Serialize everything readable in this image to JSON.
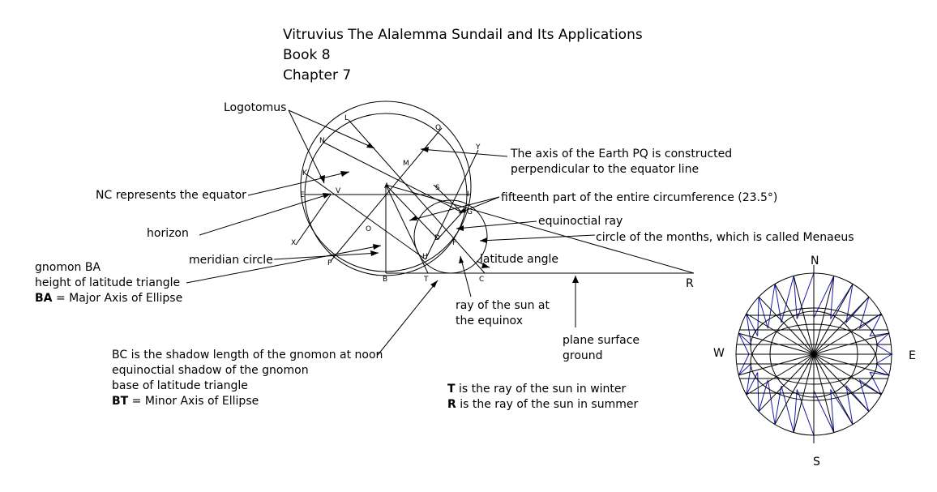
{
  "title": {
    "line1": "Vitruvius The Alalemma Sundail and Its Applications",
    "line2": "Book 8",
    "line3": "Chapter 7"
  },
  "labels": {
    "logotomus": "Logotomus",
    "axis_pq_1": "The axis of the Earth PQ is constructed",
    "axis_pq_2": "perpendicular to the equator line",
    "nc_equator": "NC represents the equator",
    "fifteenth": "fifteenth part of the entire circumference (23.5°)",
    "horizon": "horizon",
    "equinoctial_ray": "equinoctial ray",
    "circle_months": "circle of the months, which is called Menaeus",
    "meridian_circle": "meridian circle",
    "latitude_angle": "latitude angle",
    "gnomon_1": "gnomon BA",
    "gnomon_2": "height of latitude triangle",
    "gnomon_3_bold": "BA",
    "gnomon_3_rest": " = Major Axis of Ellipse",
    "ray_equinox_1": "ray of the sun at",
    "ray_equinox_2": "the equinox",
    "plane_1": "plane surface",
    "plane_2": "ground",
    "bc_1": "BC is the shadow length of the gnomon at noon",
    "bc_2": "equinoctial shadow of the gnomon",
    "bc_3": "base of latitude triangle",
    "bc_4_bold": "BT",
    "bc_4_rest": " = Minor Axis of Ellipse",
    "t_bold": "T",
    "t_rest": " is the ray of the sun in winter",
    "r_bold": "R",
    "r_rest": " is the ray of the sun in summer",
    "R": "R"
  },
  "points": {
    "L": "L",
    "Q": "Q",
    "Y": "Y",
    "N": "N",
    "M": "M",
    "K": "K",
    "S": "S",
    "E": "E",
    "V": "V",
    "A": "A",
    "I": "I",
    "G": "G",
    "O": "O",
    "D": "D",
    "F": "F",
    "X": "X",
    "P": "P",
    "H": "H",
    "B": "B",
    "T": "T",
    "C": "C"
  },
  "compass": {
    "north": "N",
    "south": "S",
    "east": "E",
    "west": "W"
  },
  "colors": {
    "ink": "#000000",
    "hour_lines": "#1a1aa8"
  }
}
